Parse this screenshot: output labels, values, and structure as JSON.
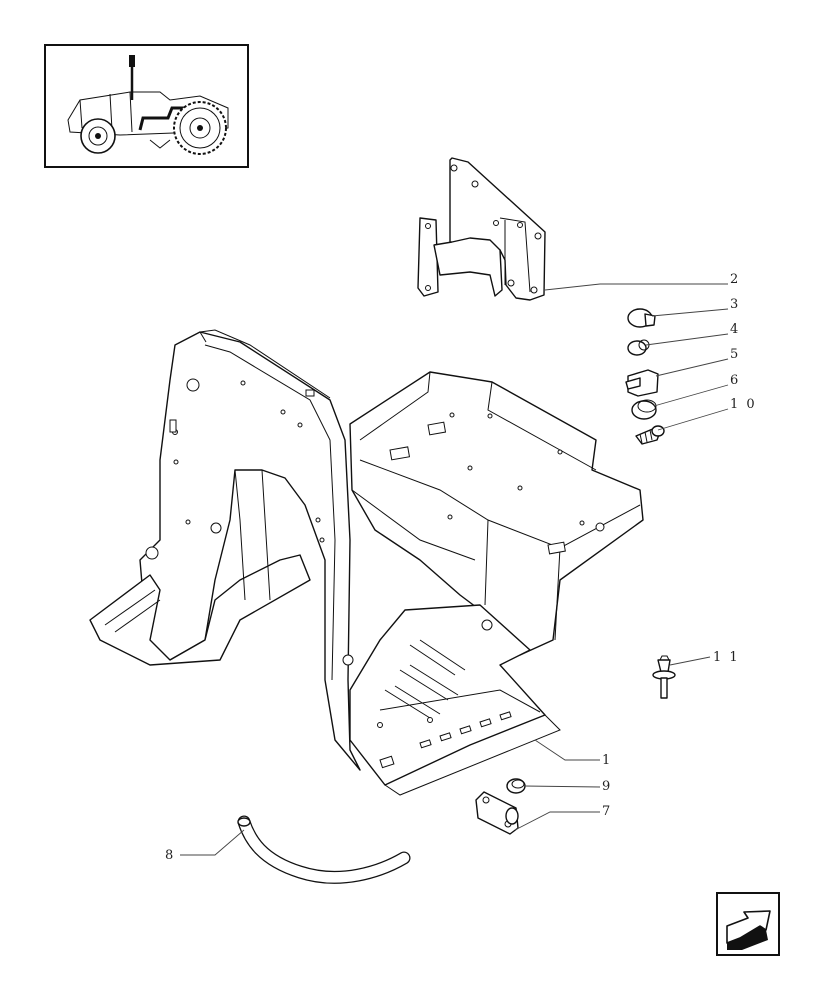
{
  "diagram": {
    "callouts": [
      {
        "id": "1",
        "label": "1"
      },
      {
        "id": "2",
        "label": "2"
      },
      {
        "id": "3",
        "label": "3"
      },
      {
        "id": "4",
        "label": "4"
      },
      {
        "id": "5",
        "label": "5"
      },
      {
        "id": "6",
        "label": "6"
      },
      {
        "id": "7",
        "label": "7"
      },
      {
        "id": "8",
        "label": "8"
      },
      {
        "id": "9",
        "label": "9"
      },
      {
        "id": "10",
        "label": "1 0"
      },
      {
        "id": "11",
        "label": "1 1"
      }
    ],
    "icons": {
      "thumbnail": "tractor-thumbnail-icon",
      "nav": "previous-page-arrow-icon"
    }
  }
}
